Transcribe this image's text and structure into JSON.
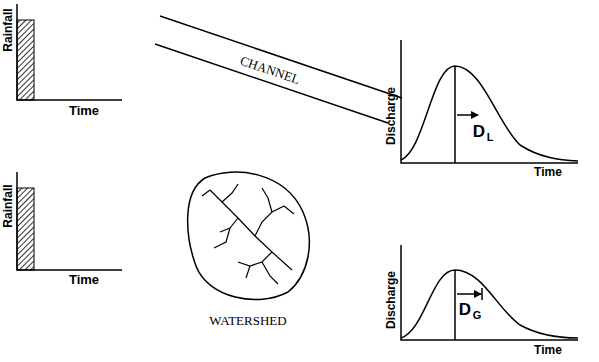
{
  "diagram": {
    "labels": [
      "Rainfall",
      "Time",
      "CHANNEL",
      "Discharge",
      "D",
      "L",
      "Time",
      "Rainfall",
      "Time",
      "WATERSHED",
      "Discharge",
      "D",
      "G",
      "Time"
    ]
  }
}
